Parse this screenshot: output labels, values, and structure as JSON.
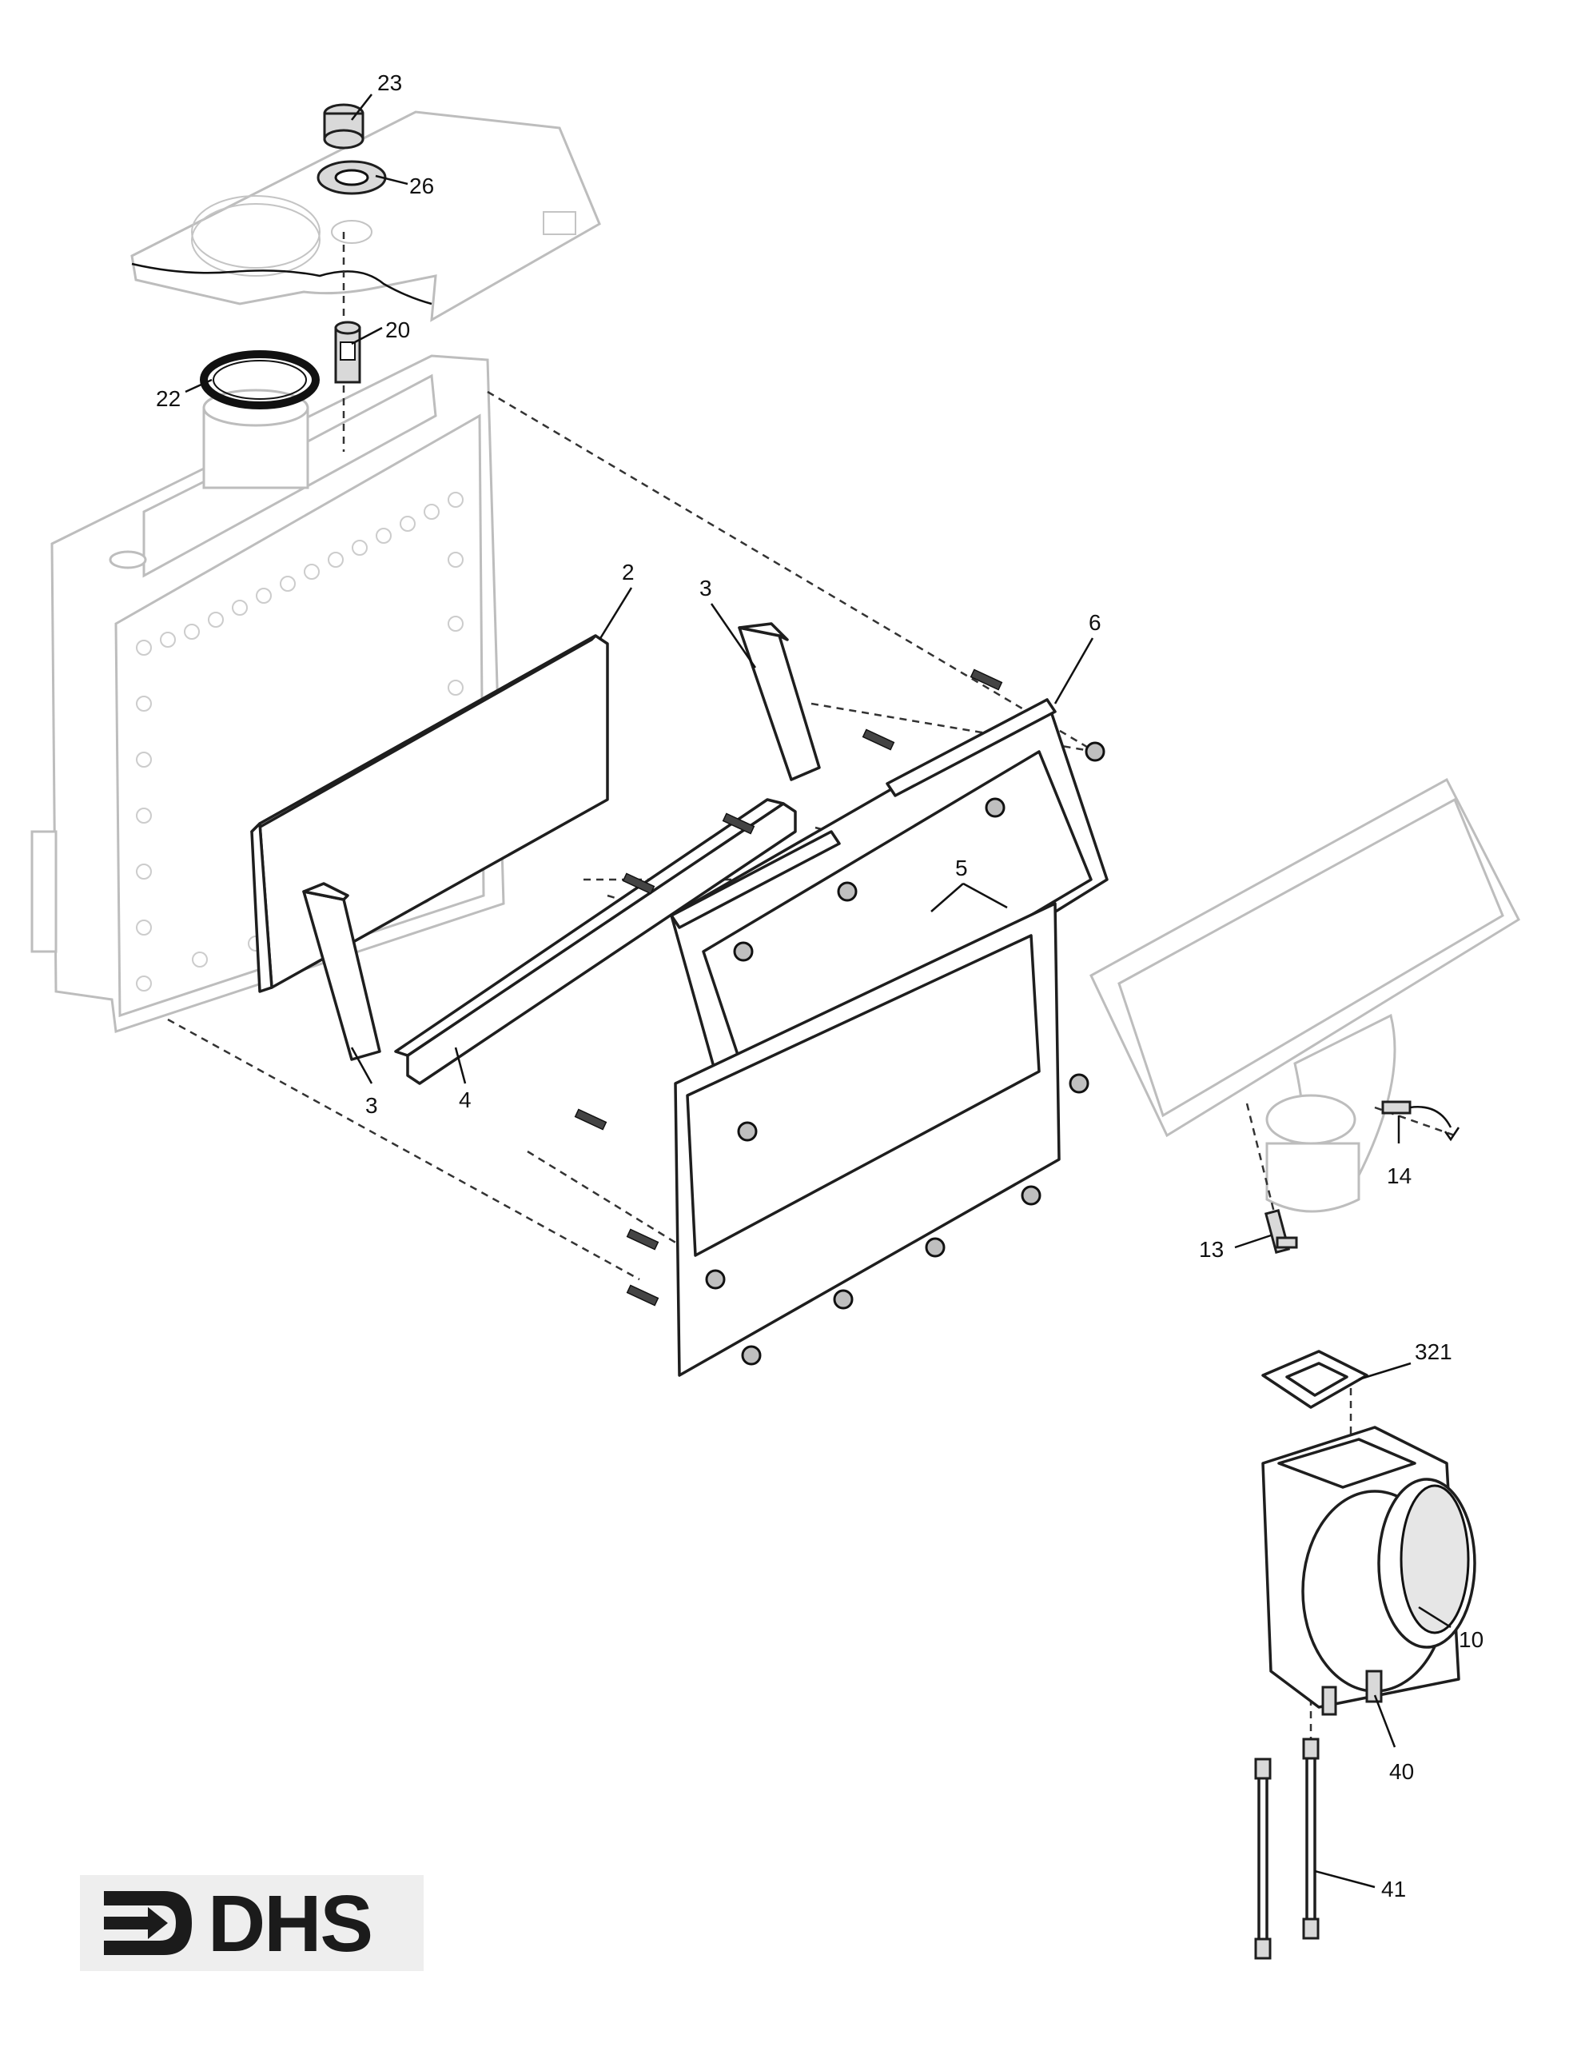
{
  "diagram": {
    "callouts": [
      {
        "id": "23",
        "label": "23"
      },
      {
        "id": "26",
        "label": "26"
      },
      {
        "id": "20",
        "label": "20"
      },
      {
        "id": "22",
        "label": "22"
      },
      {
        "id": "2",
        "label": "2"
      },
      {
        "id": "3a",
        "label": "3"
      },
      {
        "id": "6",
        "label": "6"
      },
      {
        "id": "5",
        "label": "5"
      },
      {
        "id": "3b",
        "label": "3"
      },
      {
        "id": "4",
        "label": "4"
      },
      {
        "id": "14",
        "label": "14"
      },
      {
        "id": "13",
        "label": "13"
      },
      {
        "id": "321",
        "label": "321"
      },
      {
        "id": "10",
        "label": "10"
      },
      {
        "id": "40",
        "label": "40"
      },
      {
        "id": "41",
        "label": "41"
      }
    ]
  },
  "logo": {
    "text": "DHS",
    "icon": "arrow-into-bracket-icon"
  },
  "colors": {
    "line": "#1e1e1e",
    "ghost": "#bdbdbd",
    "background": "#ffffff"
  }
}
